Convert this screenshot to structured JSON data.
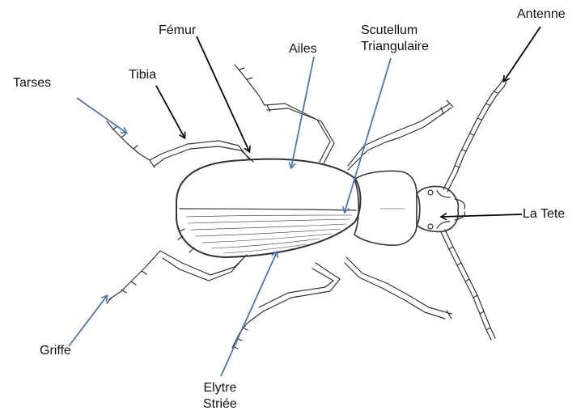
{
  "labels": {
    "femur": "Fémur",
    "ailes": "Ailes",
    "scutellum_line1": "Scutellum",
    "scutellum_line2": "Triangulaire",
    "antenne": "Antenne",
    "tarses": "Tarses",
    "tibia": "Tibia",
    "tete": "La Tete",
    "griffe": "Griffe",
    "elytre_line1": "Elytre",
    "elytre_line2": "Striée"
  },
  "colors": {
    "black_arrow": "#000000",
    "blue_arrow": "#4a76b8",
    "drawing_stroke": "#333333",
    "label_text": "#111111"
  }
}
